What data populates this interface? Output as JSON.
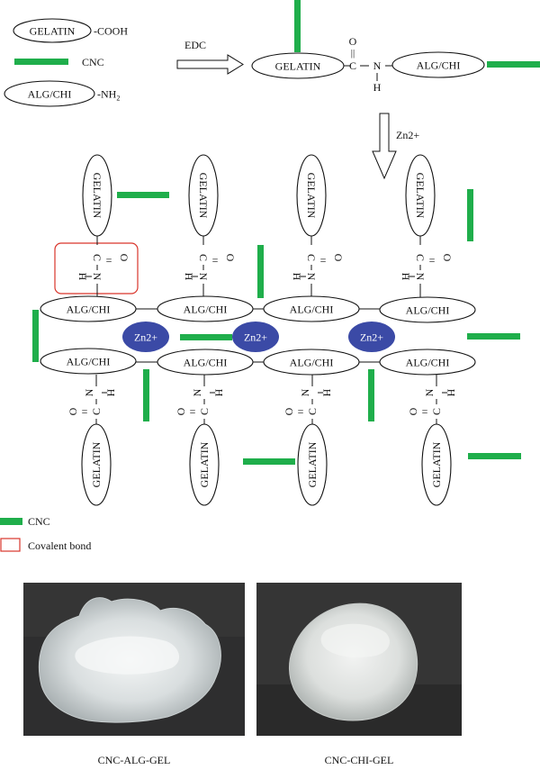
{
  "legend_top": {
    "gelatin_label": "GELATIN",
    "gelatin_suffix": "-COOH",
    "cnc_label": "CNC",
    "algchi_label": "ALG/CHI",
    "algchi_suffix": "-NH",
    "algchi_subscript": "2"
  },
  "reaction": {
    "reagent": "EDC",
    "gelatin": "GELATIN",
    "algchi": "ALG/CHI",
    "o": "O",
    "c": "C",
    "n": "N",
    "h": "H",
    "down_reagent": "Zn2+"
  },
  "network": {
    "gelatin": "GELATIN",
    "algchi": "ALG/CHI",
    "zn": "Zn2+",
    "o": "O",
    "c": "C",
    "n": "N",
    "h": "H"
  },
  "legend_bottom": {
    "cnc": "CNC",
    "covalent": "Covalent bond"
  },
  "photos": {
    "left_caption": "CNC-ALG-GEL",
    "right_caption": "CNC-CHI-GEL"
  },
  "colors": {
    "cnc": "#1fae4b",
    "zn": "#3b4aa6",
    "covalent": "#d9352b"
  }
}
